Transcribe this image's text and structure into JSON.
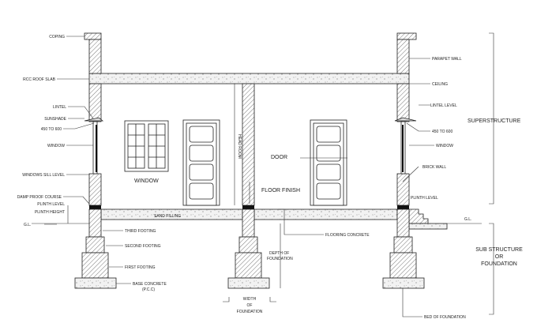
{
  "labels_left": {
    "coping": "COPING",
    "rcc_roof_slab": "RCC ROOF SLAB",
    "lintel": "LINTEL",
    "sunshade": "SUNSHADE",
    "range_450_600": "450 TO 600",
    "window": "WINDOW",
    "window_sill_level": "WINDOWS SILL LEVEL",
    "damp_proof_course": "DAMP PROOF COURSE",
    "plinth_level": "PLINTH LEVEL",
    "plinth_height": "PLINTH HEIGHT",
    "gl": "G.L."
  },
  "labels_right": {
    "parapet_wall": "PARAPET WALL",
    "ceiling": "CEILING",
    "lintel_level": "LINTEL LEVEL",
    "range_450_600": "450 TO 600",
    "window": "WINDOW",
    "brick_wall": "BRICK WALL",
    "plinth_level": "PLINTH LEVEL",
    "gl": "G.L.",
    "superstructure": "SUPERSTRUCTURE",
    "sub_structure": [
      "SUB STRUCTURE",
      "OR",
      "FOUNDATION"
    ]
  },
  "labels_center": {
    "window": "WINDOW",
    "door": "DOOR",
    "floor_finish": "FLOOR FINISH",
    "head_room": "HEAD ROOM",
    "sand_filling": "SAND FILLING",
    "third_footing": "THIRD FOOTING",
    "second_footing": "SECOND FOOTING",
    "first_footing": "FIRST FOOTING",
    "base_concrete": "BASE CONCRETE",
    "pcc": "(P.C.C)",
    "flooring_concrete": "FLOORING CONCRETE",
    "depth_of_foundation": [
      "DEPTH OF",
      "FOUNDATION"
    ],
    "width_of_foundation": [
      "WIDTH",
      "OF",
      "FOUNDATION"
    ],
    "bed_of_foundation": "BED OF FOUNDATION"
  }
}
